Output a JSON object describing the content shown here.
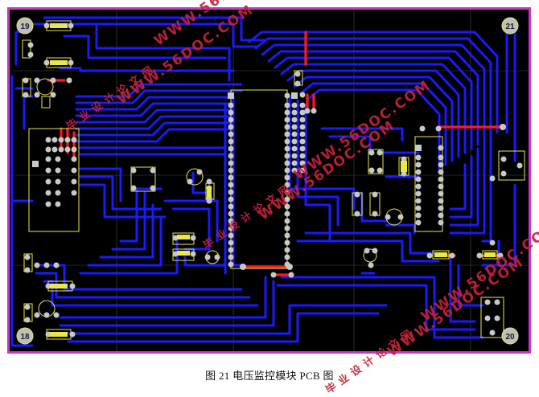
{
  "caption": "图 21   电压监控模块 PCB 图",
  "corner_labels": {
    "top_left": "19",
    "top_right": "21",
    "bottom_left": "18",
    "bottom_right": "20"
  },
  "watermarks": {
    "url": "WWW.56DOC.COM",
    "cn": "毕业设计论文网"
  },
  "colors": {
    "frame": "#cc33cc",
    "board": "#000000",
    "trace": "#1a1aff",
    "top_trace": "#ff1a1a",
    "pad": "#c8c8c8",
    "silkscreen": "#e8e84a"
  }
}
